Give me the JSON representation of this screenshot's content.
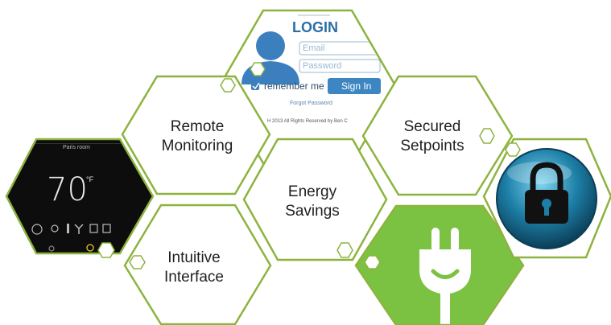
{
  "hexagons": {
    "remote": {
      "line1": "Remote",
      "line2": "Monitoring"
    },
    "secured": {
      "line1": "Secured",
      "line2": "Setpoints"
    },
    "energy": {
      "line1": "Energy",
      "line2": "Savings"
    },
    "intuitive": {
      "line1": "Intuitive",
      "line2": "Interface"
    }
  },
  "login": {
    "title": "LOGIN",
    "email_placeholder": "Email",
    "password_placeholder": "Password",
    "remember": "remember me",
    "signin": "Sign In",
    "forgot": "Forgot Password",
    "copyright": "H 2013 All Rights Reserved by Ben C"
  },
  "thermostat": {
    "temperature": "70",
    "unit": "°F",
    "top_label": "Paris room"
  },
  "colors": {
    "hex_border": "#8db33f",
    "energy_green": "#7cc242",
    "lock_blue": "#1d7fa7",
    "link_blue": "#2b6fa6"
  }
}
